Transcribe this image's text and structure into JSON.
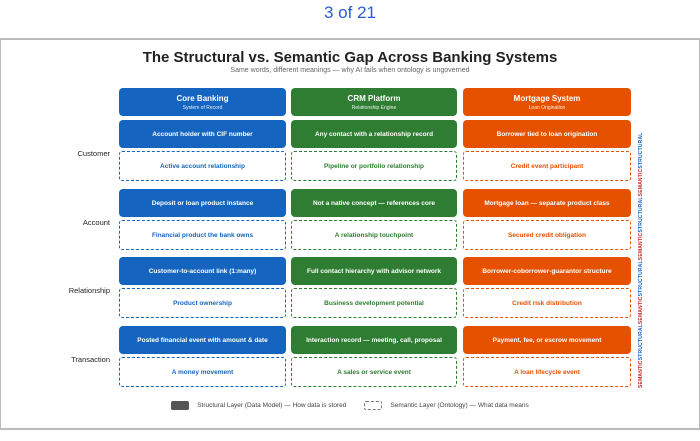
{
  "pager": "3 of 21",
  "title": "The Structural vs. Semantic Gap Across Banking Systems",
  "subtitle": "Same words, different meanings — why AI fails when ontology is ungoverned",
  "colors": {
    "core": "#1565c0",
    "crm": "#2e7d32",
    "mortgage": "#e65100",
    "structural_label": "#1565c0",
    "semantic_label": "#c62828"
  },
  "systems": [
    {
      "name": "Core Banking",
      "sub": "System of Record"
    },
    {
      "name": "CRM Platform",
      "sub": "Relationship Engine"
    },
    {
      "name": "Mortgage System",
      "sub": "Loan Origination"
    }
  ],
  "rows": [
    {
      "label": "Customer",
      "structural": [
        "Account holder with CIF number",
        "Any contact with a relationship record",
        "Borrower tied to loan origination"
      ],
      "semantic": [
        "Active account relationship",
        "Pipeline or portfolio relationship",
        "Credit event participant"
      ]
    },
    {
      "label": "Account",
      "structural": [
        "Deposit or loan product instance",
        "Not a native concept — references core",
        "Mortgage loan — separate product class"
      ],
      "semantic": [
        "Financial product the bank owns",
        "A relationship touchpoint",
        "Secured credit obligation"
      ]
    },
    {
      "label": "Relationship",
      "structural": [
        "Customer-to-account link (1:many)",
        "Full contact hierarchy with advisor network",
        "Borrower-coborrower-guarantor structure"
      ],
      "semantic": [
        "Product ownership",
        "Business development potential",
        "Credit risk distribution"
      ]
    },
    {
      "label": "Transaction",
      "structural": [
        "Posted financial event with amount & date",
        "Interaction record — meeting, call, proposal",
        "Payment, fee, or escrow movement"
      ],
      "semantic": [
        "A money movement",
        "A sales or service event",
        "A loan lifecycle event"
      ]
    }
  ],
  "side_labels": [
    "SEMANTIC",
    "STRUCTURAL",
    "SEMANTIC",
    "STRUCTURAL",
    "SEMANTIC",
    "STRUCTURAL",
    "SEMANTIC",
    "STRUCTURAL"
  ],
  "legend": {
    "structural": "Structural Layer (Data Model) — How data is stored",
    "semantic": "Semantic Layer (Ontology) — What data means"
  }
}
